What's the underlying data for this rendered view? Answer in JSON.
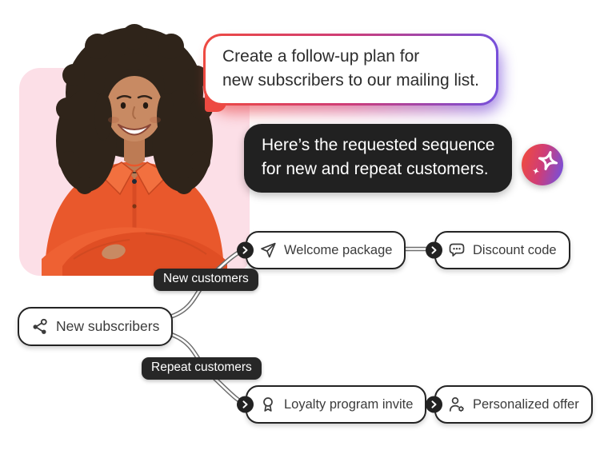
{
  "conversation": {
    "user_message": {
      "line1": "Create a follow-up plan for",
      "line2": "new subscribers to our mailing list."
    },
    "assistant_message": {
      "line1": "Here’s the requested sequence",
      "line2": "for new and repeat customers."
    },
    "assistant_badge_icon": "sparkle-stars-icon"
  },
  "flow": {
    "root": {
      "label": "New subscribers",
      "icon": "share-icon"
    },
    "branches": [
      {
        "edge_label": "New customers",
        "steps": [
          {
            "label": "Welcome package",
            "icon": "send-icon"
          },
          {
            "label": "Discount code",
            "icon": "comment-dots-icon"
          }
        ]
      },
      {
        "edge_label": "Repeat customers",
        "steps": [
          {
            "label": "Loyalty program invite",
            "icon": "award-icon"
          },
          {
            "label": "Personalized offer",
            "icon": "user-gear-icon"
          }
        ]
      }
    ]
  },
  "colors": {
    "gradient_start": "#ee4a41",
    "gradient_mid": "#cf3d77",
    "gradient_end": "#7450dd",
    "photo_background": "#fcdfe7",
    "bubble_dark": "#212121",
    "node_border": "#232323",
    "node_text": "#3b3b3b",
    "connector_line": "#6e6e6e"
  }
}
